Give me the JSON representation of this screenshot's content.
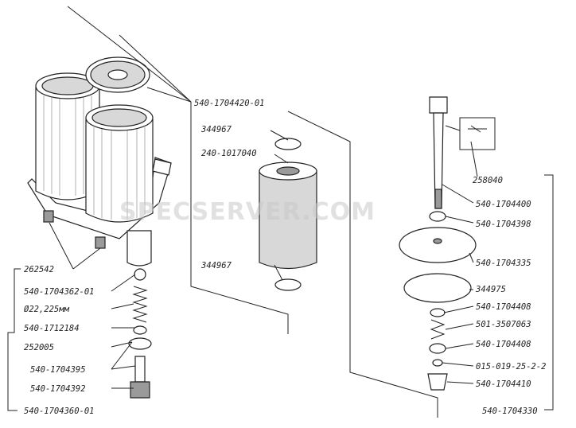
{
  "watermark": "SPECSERVER.COM",
  "labels": {
    "l_540_1704420_01": "540-1704420-01",
    "l_344967_top": "344967",
    "l_240_1017040": "240-1017040",
    "l_344967_bottom": "344967",
    "l_258040": "258040",
    "l_540_1704400": "540-1704400",
    "l_540_1704398": "540-1704398",
    "l_540_1704335": "540-1704335",
    "l_344975": "344975",
    "l_540_1704408_a": "540-1704408",
    "l_501_3507063": "501-3507063",
    "l_540_1704408_b": "540-1704408",
    "l_015_019": "015-019-25-2-2",
    "l_540_1704410": "540-1704410",
    "l_540_1704330": "540-1704330",
    "l_262542": "262542",
    "l_540_1704362_01": "540-1704362-01",
    "l_22_225": "Ø22,225мм",
    "l_540_1712184": "540-1712184",
    "l_252005": "252005",
    "l_540_1704395": "540-1704395",
    "l_540_1704392": "540-1704392",
    "l_540_1704360_01": "540-1704360-01"
  }
}
